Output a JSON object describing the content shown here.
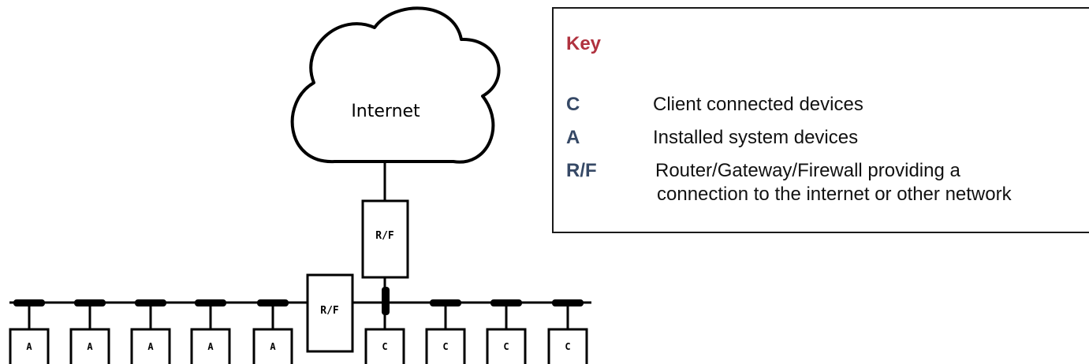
{
  "diagram": {
    "cloud_label": "Internet",
    "router_label": "R/F",
    "lan_router_label": "R/F",
    "left_devices": [
      "A",
      "A",
      "A",
      "A",
      "A"
    ],
    "right_devices": [
      "C",
      "C",
      "C",
      "C"
    ]
  },
  "key": {
    "title": "Key",
    "items": [
      {
        "abbr": "C",
        "lines": [
          "Client connected devices"
        ]
      },
      {
        "abbr": "A",
        "lines": [
          "Installed system devices"
        ]
      },
      {
        "abbr": "R/F",
        "lines": [
          "Router/Gateway/Firewall providing a",
          "connection to the internet or other network"
        ]
      }
    ]
  },
  "colors": {
    "key_title": "#b0323f",
    "key_abbr": "#364966",
    "line": "#000000"
  }
}
